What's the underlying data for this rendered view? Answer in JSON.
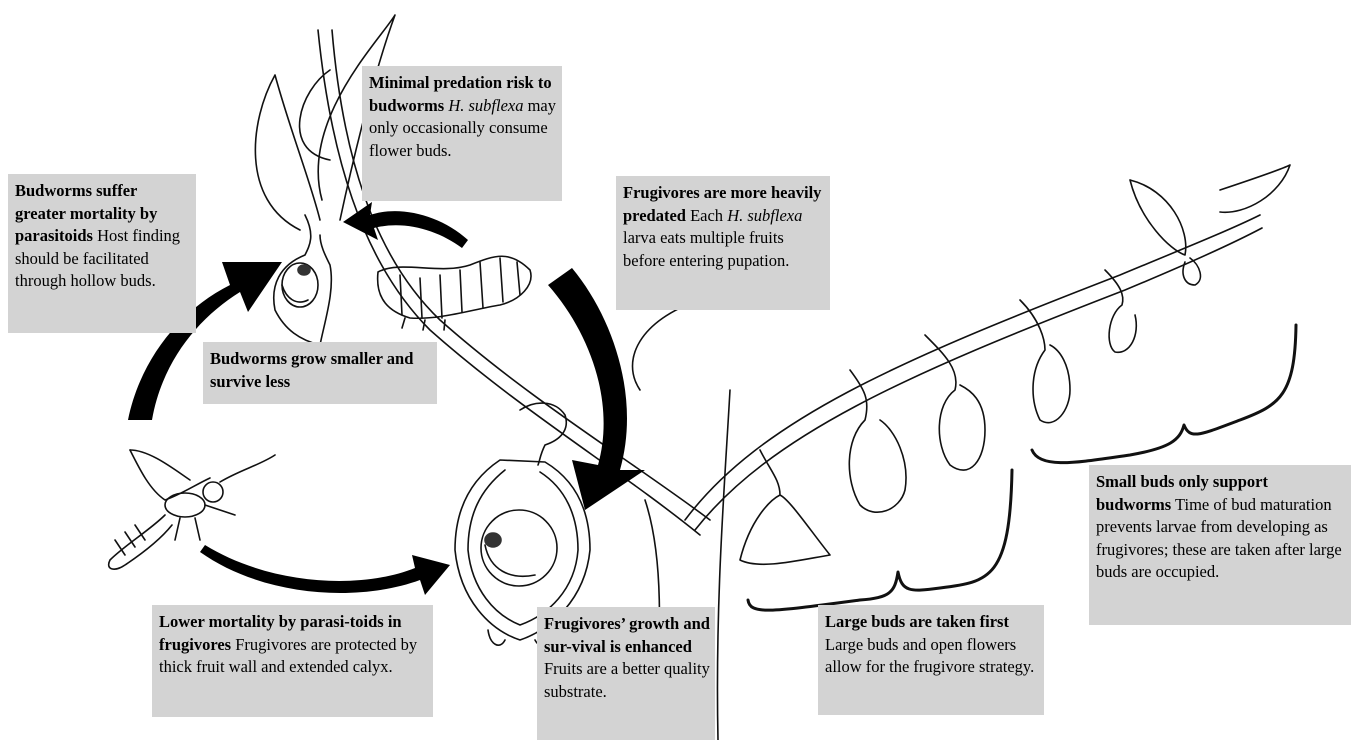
{
  "labels": {
    "predation": {
      "head": "Minimal predation risk to budworms",
      "i1": "H. subflexa",
      "tail": " may only occasionally consume flower buds."
    },
    "parasitoids": {
      "head": "Budworms suffer greater mortality by parasitoids",
      "tail": " Host finding should be facilitated through hollow buds."
    },
    "frugi_pred": {
      "head": "Frugivores are more heavily predated",
      "tail1": " Each ",
      "i1": "H. subflexa",
      "tail2": " larva eats multiple fruits before entering pupation."
    },
    "grow": {
      "head": "Budworms grow smaller and survive less"
    },
    "lower": {
      "head": "Lower mortality by parasi-toids in frugivores",
      "tail": " Frugivores are protected by thick fruit wall and extended calyx."
    },
    "enhanced": {
      "head": "Frugivores’ growth and sur-vival is enhanced",
      "tail": " Fruits are a better quality substrate."
    },
    "large": {
      "head": "Large buds are taken first",
      "tail": " Large buds and open flowers allow for the frugivore strategy."
    },
    "small": {
      "head": "Small buds only support budworms",
      "tail": " Time of bud maturation prevents larvae from developing as frugivores; these are taken after large buds are occupied."
    }
  },
  "colors": {
    "label_bg": "#d3d3d3",
    "ink": "#000000"
  }
}
